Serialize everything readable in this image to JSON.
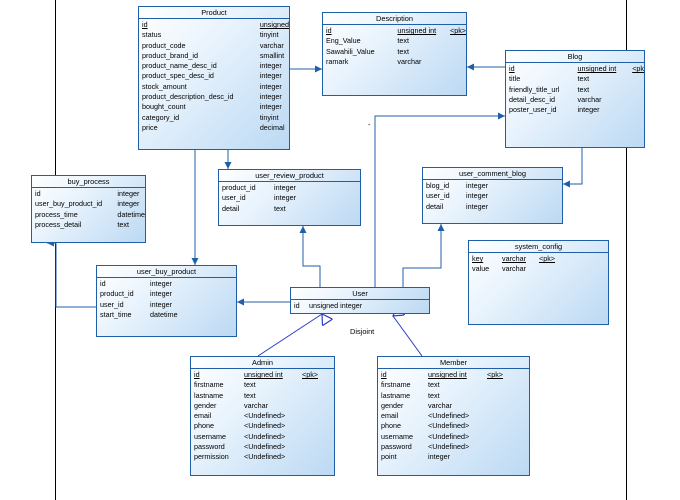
{
  "entities": {
    "product": {
      "title": "Product",
      "rows": [
        [
          "id",
          "unsigned",
          ""
        ],
        [
          "status",
          "tinyint",
          ""
        ],
        [
          "product_code",
          "varchar",
          ""
        ],
        [
          "product_brand_id",
          "smallint",
          ""
        ],
        [
          "product_name_desc_id",
          "integer",
          ""
        ],
        [
          "product_spec_desc_id",
          "integer",
          ""
        ],
        [
          "stock_amount",
          "integer",
          ""
        ],
        [
          "product_description_desc_id",
          "integer",
          ""
        ],
        [
          "bought_count",
          "integer",
          ""
        ],
        [
          "category_id",
          "tinyint",
          ""
        ],
        [
          "price",
          "decimal",
          ""
        ]
      ]
    },
    "description": {
      "title": "Description",
      "rows": [
        [
          "id",
          "unsigned int",
          "<pk>"
        ],
        [
          "Eng_Value",
          "text",
          ""
        ],
        [
          "Sawahili_Value",
          "text",
          ""
        ],
        [
          "ramark",
          "varchar",
          ""
        ]
      ]
    },
    "blog": {
      "title": "Blog",
      "rows": [
        [
          "id",
          "unsigned int",
          "<pk"
        ],
        [
          "title",
          "text",
          ""
        ],
        [
          "friendly_title_url",
          "text",
          ""
        ],
        [
          "detail_desc_id",
          "varchar",
          ""
        ],
        [
          "poster_user_id",
          "integer",
          ""
        ]
      ]
    },
    "buy_process": {
      "title": "buy_process",
      "rows": [
        [
          "id",
          "integer",
          ""
        ],
        [
          "user_buy_product_id",
          "integer",
          ""
        ],
        [
          "process_time",
          "datetime",
          ""
        ],
        [
          "process_detail",
          "text",
          ""
        ]
      ]
    },
    "user_review_product": {
      "title": "user_review_product",
      "rows": [
        [
          "product_id",
          "integer",
          ""
        ],
        [
          "user_id",
          "integer",
          ""
        ],
        [
          "detail",
          "text",
          ""
        ]
      ]
    },
    "user_comment_blog": {
      "title": "user_comment_blog",
      "rows": [
        [
          "blog_id",
          "integer",
          ""
        ],
        [
          "user_id",
          "integer",
          ""
        ],
        [
          "detail",
          "integer",
          ""
        ]
      ]
    },
    "system_config": {
      "title": "system_config",
      "rows": [
        [
          "key",
          "varchar",
          "<pk>"
        ],
        [
          "value",
          "varchar",
          ""
        ]
      ]
    },
    "user_buy_product": {
      "title": "user_buy_product",
      "rows": [
        [
          "id",
          "integer",
          ""
        ],
        [
          "product_id",
          "integer",
          ""
        ],
        [
          "user_id",
          "integer",
          ""
        ],
        [
          "start_time",
          "datetime",
          ""
        ]
      ]
    },
    "user": {
      "title": "User",
      "rows": [
        [
          "id",
          "unsigned integer",
          ""
        ]
      ]
    },
    "admin": {
      "title": "Admin",
      "rows": [
        [
          "id",
          "unsigned int",
          "<pk>"
        ],
        [
          "firstname",
          "text",
          ""
        ],
        [
          "lastname",
          "text",
          ""
        ],
        [
          "gender",
          "varchar",
          ""
        ],
        [
          "email",
          "<Undefined>",
          ""
        ],
        [
          "phone",
          "<Undefined>",
          ""
        ],
        [
          "username",
          "<Undefined>",
          ""
        ],
        [
          "password",
          "<Undefined>",
          ""
        ],
        [
          "permission",
          "<Undefined>",
          ""
        ]
      ]
    },
    "member": {
      "title": "Member",
      "rows": [
        [
          "id",
          "unsigned int",
          "<pk>"
        ],
        [
          "firstname",
          "text",
          ""
        ],
        [
          "lastname",
          "text",
          ""
        ],
        [
          "gender",
          "varchar",
          ""
        ],
        [
          "email",
          "<Undefined>",
          ""
        ],
        [
          "phone",
          "<Undefined>",
          ""
        ],
        [
          "username",
          "<Undefined>",
          ""
        ],
        [
          "password",
          "<Undefined>",
          ""
        ],
        [
          "point",
          "integer",
          ""
        ]
      ]
    }
  },
  "labels": {
    "disjoint": "Disjoint",
    "dash": "-"
  }
}
